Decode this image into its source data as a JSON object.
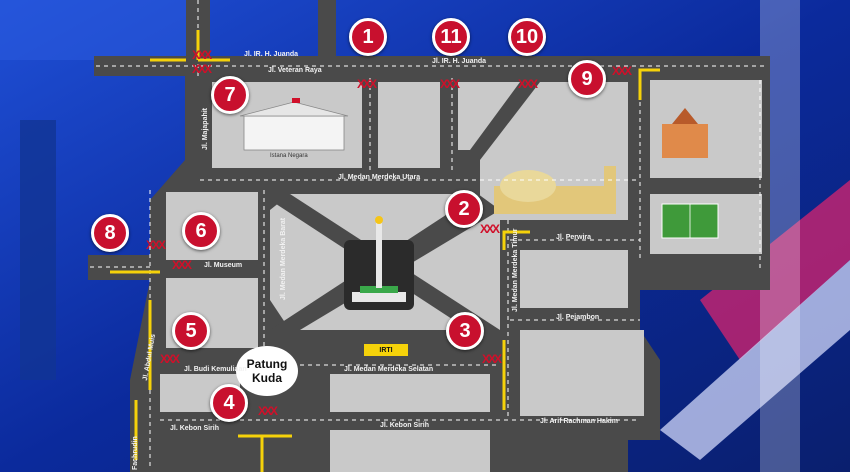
{
  "markers": [
    "1",
    "11",
    "10",
    "9",
    "7",
    "2",
    "8",
    "6",
    "5",
    "3",
    "4"
  ],
  "streets": {
    "juanda_1": "Jl. IR. H. Juanda",
    "juanda_2": "Jl. IR. H. Juanda",
    "veteran": "Jl. Veteran Raya",
    "majapahit": "Jl. Majapahit",
    "merdeka_utara": "Jl. Medan Merdeka Utara",
    "merdeka_barat": "Jl. Medan Merdeka Barat",
    "merdeka_timur": "Jl. Medan Merdeka Timur",
    "merdeka_selatan": "Jl. Medan Merdeka Selatan",
    "musium": "Jl. Museum",
    "abdul_muis": "Jl. Abdul Muis",
    "budi_kemuliaan": "Jl. Budi Kemuliaan",
    "kebon_sirih_1": "Jl. Kebon Sirih",
    "kebon_sirih_2": "Jl. Kebon Sirih",
    "perwira": "Jl. Perwira",
    "pejambon": "Jl. Pejambon",
    "arif_rahman": "Jl. Arif Rachman Hakim",
    "fachrudin": "Fachrudin"
  },
  "places": {
    "istana": "Istana Negara",
    "patung_line1": "Patung",
    "patung_line2": "Kuda",
    "irti": "IRTI"
  },
  "closure_mark": "XXX",
  "colors": {
    "road": "#4a4a4a",
    "block": "#c9c9c9",
    "marker": "#c8102e",
    "arrow_yellow": "#f5d20a",
    "closure": "#d0102a"
  }
}
